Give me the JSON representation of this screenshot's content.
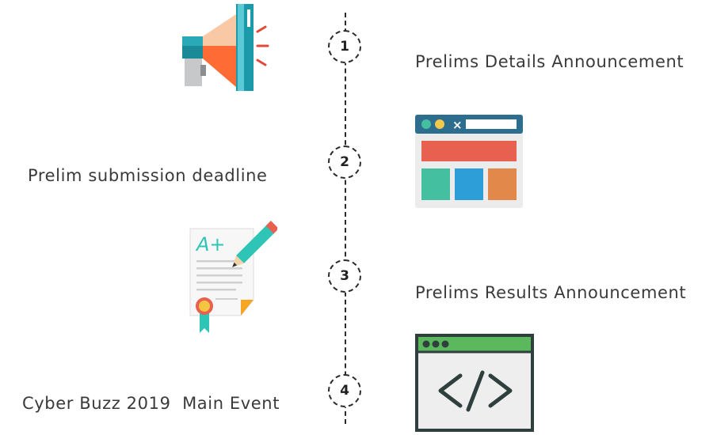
{
  "timeline": {
    "steps": [
      {
        "number": "1",
        "label": "Prelims Details Announcement"
      },
      {
        "number": "2",
        "label": "Prelim submission deadline"
      },
      {
        "number": "3",
        "label": "Prelims Results Announcement"
      },
      {
        "number": "4",
        "label": "Cyber Buzz 2019  Main Event"
      }
    ]
  },
  "icons": {
    "step1": "megaphone-icon",
    "step2": "browser-layout-icon",
    "step3": "graded-paper-icon",
    "step4": "code-window-icon"
  },
  "colors": {
    "line": "#2b2b2b",
    "text": "#3a3a3a",
    "megaphone_orange": "#ff6b35",
    "megaphone_peach": "#f8c9a4",
    "teal": "#1b9aaa",
    "browser_blue": "#2d6e8f",
    "red_block": "#e8604f",
    "green_block": "#44c0a0",
    "blue_block": "#2d9ed8",
    "orange_block": "#e2884a",
    "code_green": "#5cb85c",
    "code_frame": "#2e3f3e"
  }
}
